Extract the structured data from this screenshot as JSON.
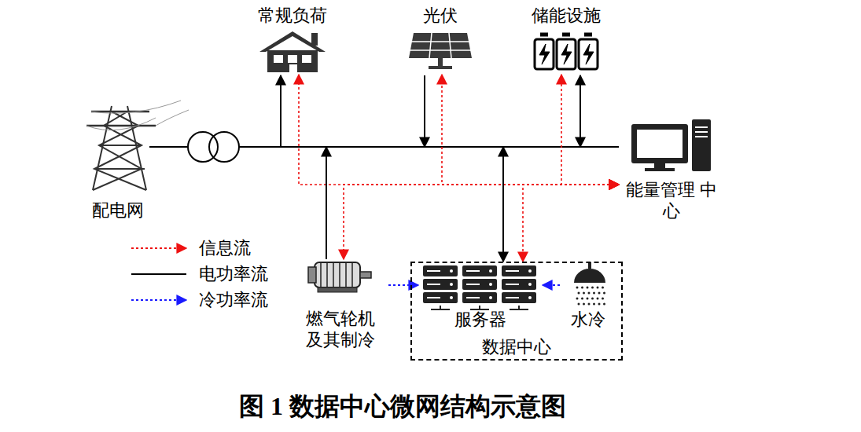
{
  "diagram": {
    "caption": "图 1 数据中心微网结构示意图",
    "nodes": [
      {
        "text": [
          "配电网"
        ]
      },
      {
        "text": [
          "常规负荷"
        ]
      },
      {
        "text": [
          "光伏"
        ]
      },
      {
        "text": [
          "储能设施"
        ]
      },
      {
        "text": [
          "能量管理 中心"
        ]
      },
      {
        "text": [
          "燃气轮机 及其制冷"
        ]
      },
      {
        "text": [
          "数据中心"
        ]
      },
      {
        "text": [
          "服务器"
        ],
        "in": 6
      },
      {
        "text": [
          "水冷"
        ],
        "in": 6
      }
    ],
    "edges": [
      {
        "from": 0,
        "to": 4,
        "arrow": "none"
      },
      {
        "from": 4,
        "to": 1,
        "arrow": "both"
      },
      {
        "from": 4,
        "to": 2,
        "arrow": "both"
      },
      {
        "from": 4,
        "to": 3,
        "arrow": "both"
      },
      {
        "from": 4,
        "to": 5,
        "arrow": "both"
      },
      {
        "from": 4,
        "to": 6,
        "arrow": "both"
      },
      {
        "from": 5,
        "to": 7,
        "arrow": "to"
      },
      {
        "from": 8,
        "to": 7,
        "arrow": "to"
      }
    ],
    "legend": [
      {
        "text": "信息流"
      },
      {
        "text": "电功率流"
      },
      {
        "text": "冷功率流"
      }
    ]
  }
}
